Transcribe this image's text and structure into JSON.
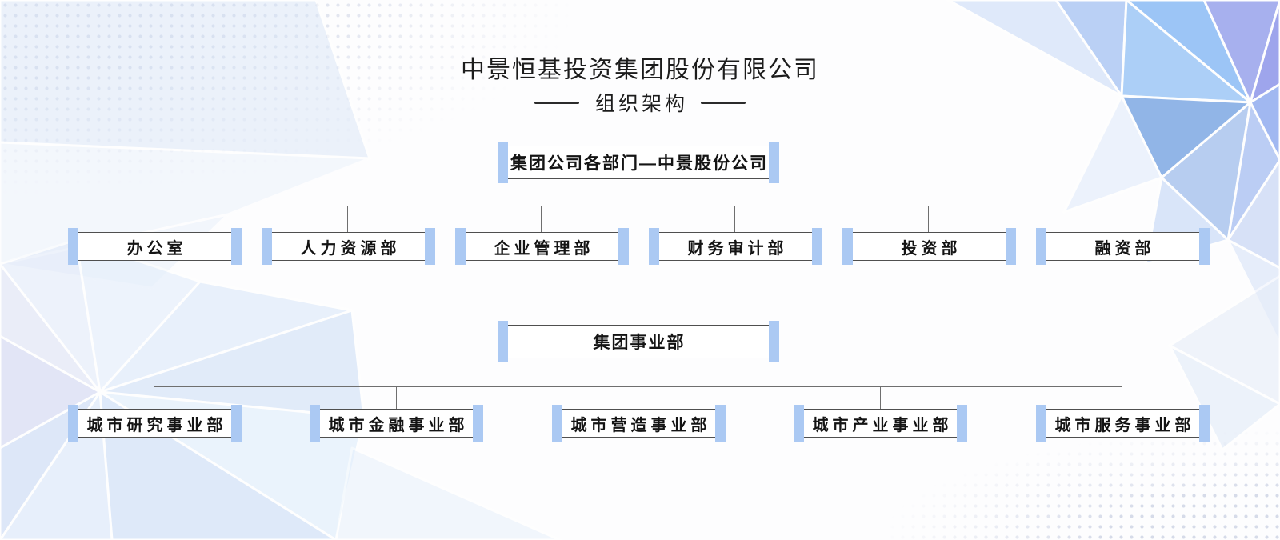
{
  "page": {
    "title": "中景恒基投资集团股份有限公司",
    "subtitle": "组织架构"
  },
  "org_chart": {
    "root": "集团公司各部门—中景股份公司",
    "level2": [
      "办公室",
      "人力资源部",
      "企业管理部",
      "财务审计部",
      "投资部",
      "融资部"
    ],
    "mid": "集团事业部",
    "level3": [
      "城市研究事业部",
      "城市金融事业部",
      "城市营造事业部",
      "城市产业事业部",
      "城市服务事业部"
    ]
  },
  "colors": {
    "accent_bar": "#abc9f3",
    "box_border": "#4f4f4f",
    "connector_line": "#6f6f6f",
    "text": "#141414",
    "decor_blue": "#8cbcf5",
    "decor_purple": "#99a3ec",
    "decor_light": "#d8e6f9"
  }
}
